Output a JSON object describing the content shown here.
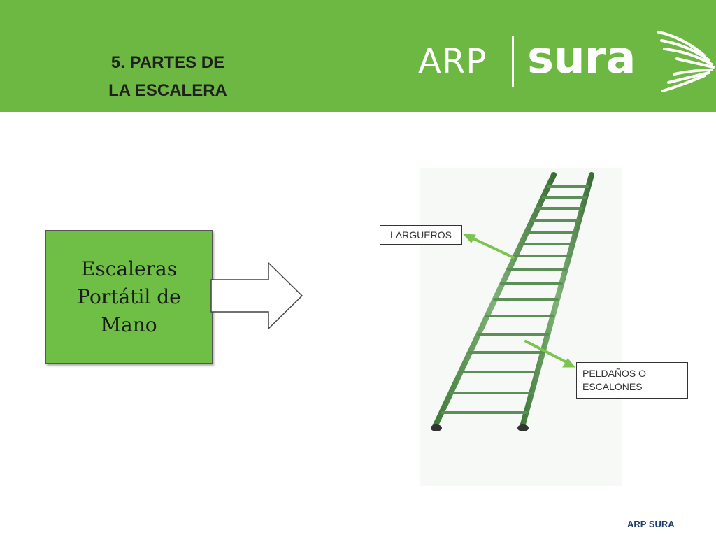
{
  "header": {
    "title_line1": "5. PARTES DE",
    "title_line2": "LA ESCALERA",
    "brand_color": "#6db842"
  },
  "logo": {
    "arp": "ARP",
    "sura": "sura"
  },
  "main": {
    "box_text": "Escaleras\nPortátil de\nMano",
    "box_color": "#6fbf47"
  },
  "callouts": {
    "largueros": "LARGUEROS",
    "peldanos": "PELDAÑOS O\nESCALONES"
  },
  "footer": {
    "text": "ARP SURA"
  }
}
